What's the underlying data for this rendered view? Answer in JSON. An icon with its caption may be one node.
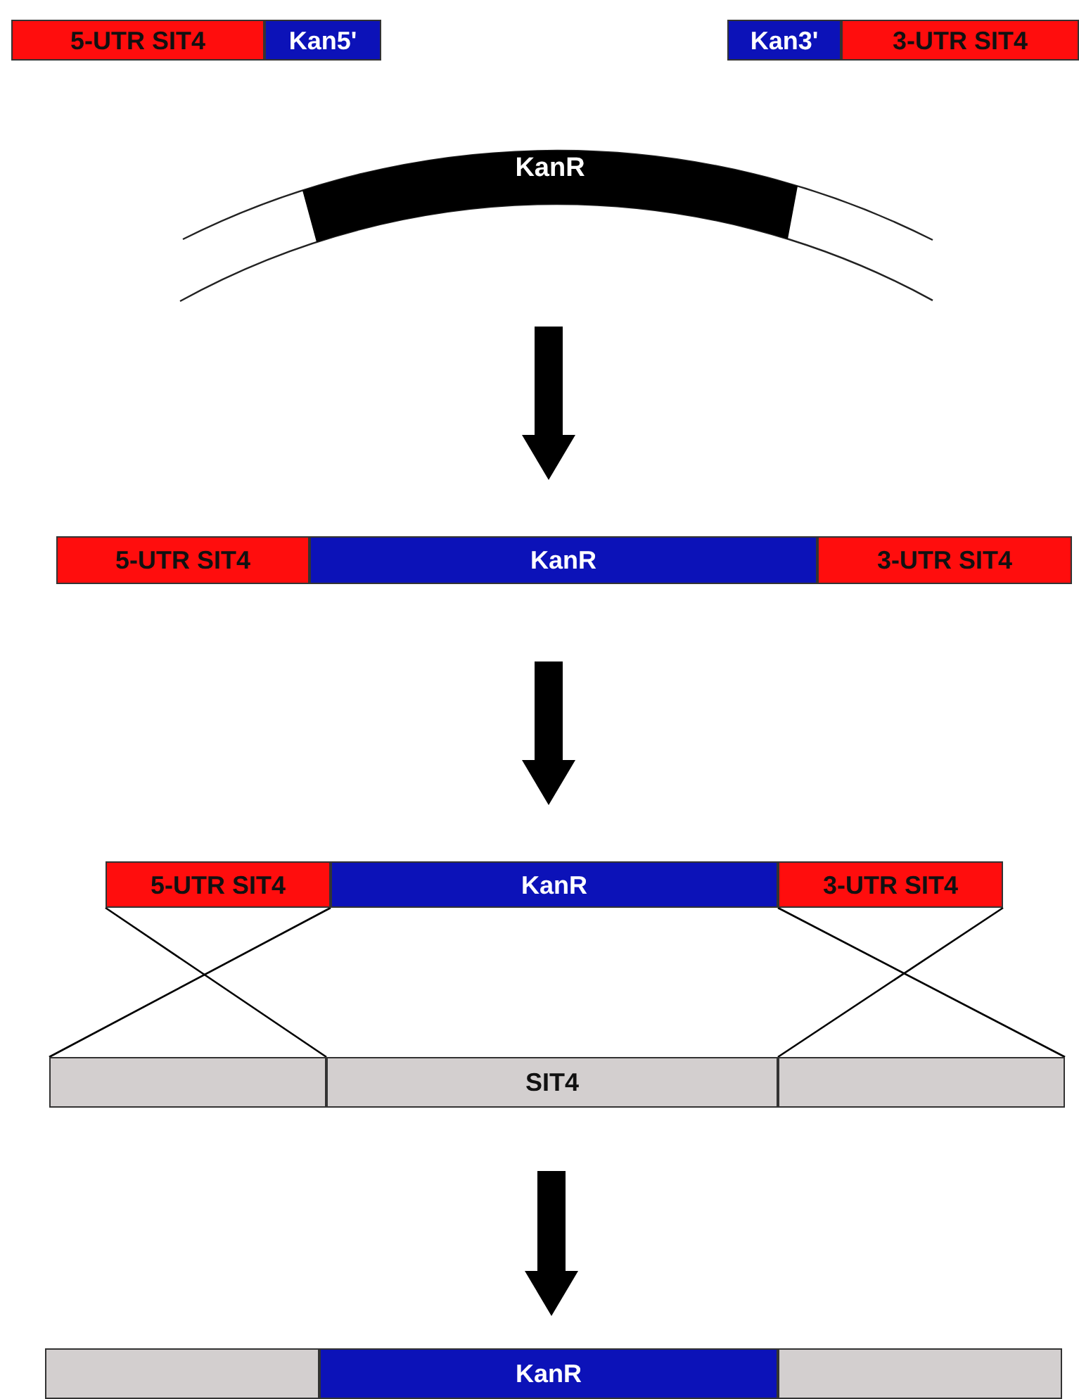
{
  "diagram": {
    "nodes": [
      {
        "text": [
          "5-UTR SIT4"
        ]
      },
      {
        "text": [
          "Kan5'"
        ]
      },
      {
        "text": [
          "Kan3'"
        ]
      },
      {
        "text": [
          "3-UTR SIT4"
        ]
      },
      {
        "text": [
          "KanR"
        ]
      },
      {
        "text": [
          "5-UTR SIT4"
        ]
      },
      {
        "text": [
          "KanR"
        ]
      },
      {
        "text": [
          "3-UTR SIT4"
        ]
      },
      {
        "text": [
          "5-UTR SIT4"
        ]
      },
      {
        "text": [
          "KanR"
        ]
      },
      {
        "text": [
          "3-UTR SIT4"
        ]
      },
      {
        "text": [],
        "shape": "bar"
      },
      {
        "text": [
          "SIT4"
        ]
      },
      {
        "text": [],
        "shape": "bar"
      },
      {
        "text": [],
        "shape": "bar"
      },
      {
        "text": [
          "KanR"
        ]
      },
      {
        "text": [],
        "shape": "bar"
      }
    ],
    "edges": [
      {
        "from": 4,
        "to": 6,
        "arrow": "to",
        "style": "thick"
      },
      {
        "from": 6,
        "to": 9,
        "arrow": "to",
        "style": "thick"
      },
      {
        "from": 8,
        "to": 11,
        "arrow": "none"
      },
      {
        "from": 8,
        "to": 12,
        "arrow": "none"
      },
      {
        "from": 10,
        "to": 12,
        "arrow": "none"
      },
      {
        "from": 10,
        "to": 13,
        "arrow": "none"
      },
      {
        "from": 12,
        "to": 15,
        "arrow": "to",
        "style": "thick"
      }
    ]
  }
}
